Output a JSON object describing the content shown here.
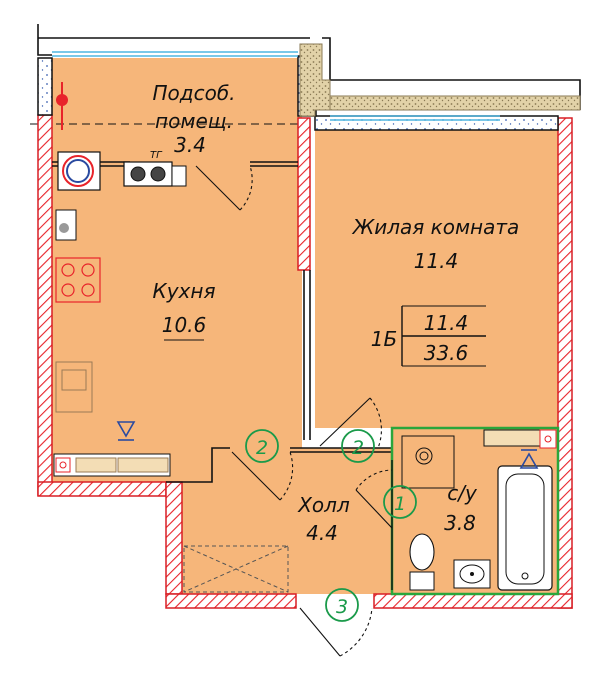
{
  "colors": {
    "floor": "#f6b67a",
    "wall_fill": "#ffffff",
    "wall_hatch": "#e8232a",
    "wall_outline": "#d81e25",
    "balcony_wall": "#e2d2a8",
    "bathroom_outline": "#2aa63c",
    "door_marker": "#1a9a4a",
    "window": "#4fb5e0",
    "line": "#111111"
  },
  "rooms": {
    "utility": {
      "name_line1": "Подсоб.",
      "name_line2": "помещ.",
      "area": "3.4"
    },
    "living": {
      "name": "Жилая комната",
      "area": "11.4"
    },
    "kitchen": {
      "name": "Кухня",
      "area": "10.6"
    },
    "hall": {
      "name": "Холл",
      "area": "4.4"
    },
    "bathroom": {
      "name": "с/у",
      "area": "3.8"
    }
  },
  "apartment": {
    "type": "1Б",
    "living_area": "11.4",
    "total_area": "33.6"
  },
  "equipment": {
    "boiler_label": "ТГ"
  },
  "doors": [
    "2",
    "2",
    "1",
    "3"
  ]
}
